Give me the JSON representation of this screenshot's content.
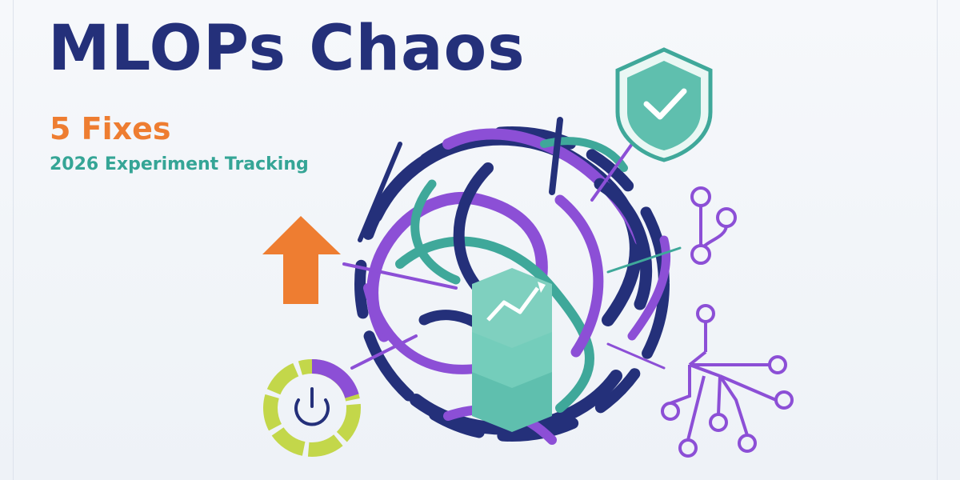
{
  "header": {
    "title": "MLOPs Chaos",
    "subtitle": "5 Fixes",
    "tagline": "2026 Experiment Tracking"
  },
  "icons": [
    "shield-check-icon",
    "up-arrow-icon",
    "chart-stack-icon",
    "git-branch-icon",
    "circuit-network-icon",
    "power-donut-icon"
  ],
  "colors": {
    "navy": "#24307a",
    "purple": "#8c4fd6",
    "teal": "#3fa89a",
    "mint": "#7fd0bf",
    "orange": "#ee7d31",
    "lime": "#c3d74a",
    "background": "#f3f6fa"
  }
}
